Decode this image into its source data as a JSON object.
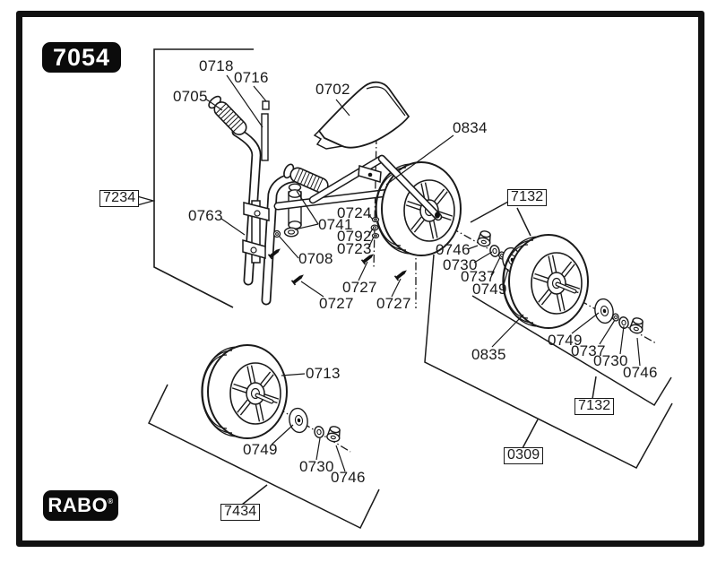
{
  "page": {
    "item_badge": "7054",
    "brand": {
      "name": "RABO",
      "registered": "®"
    },
    "colors": {
      "ink": "#1a1a1a",
      "paper": "#ffffff"
    }
  },
  "labels": [
    {
      "text": "0718"
    },
    {
      "text": "0716"
    },
    {
      "text": "0705"
    },
    {
      "text": "0702"
    },
    {
      "text": "0763"
    },
    {
      "text": "0834"
    },
    {
      "text": "0724"
    },
    {
      "text": "0741"
    },
    {
      "text": "0792"
    },
    {
      "text": "0723"
    },
    {
      "text": "0708"
    },
    {
      "text": "0727"
    },
    {
      "text": "0727"
    },
    {
      "text": "0727"
    },
    {
      "text": "0746"
    },
    {
      "text": "0730"
    },
    {
      "text": "0737"
    },
    {
      "text": "0749"
    },
    {
      "text": "0835"
    },
    {
      "text": "0749"
    },
    {
      "text": "0737"
    },
    {
      "text": "0730"
    },
    {
      "text": "0746"
    },
    {
      "text": "0713"
    },
    {
      "text": "0749"
    },
    {
      "text": "0730"
    },
    {
      "text": "0746"
    }
  ],
  "boxes": [
    {
      "text": "7234"
    },
    {
      "text": "7132"
    },
    {
      "text": "7132"
    },
    {
      "text": "0309"
    },
    {
      "text": "7434"
    }
  ]
}
